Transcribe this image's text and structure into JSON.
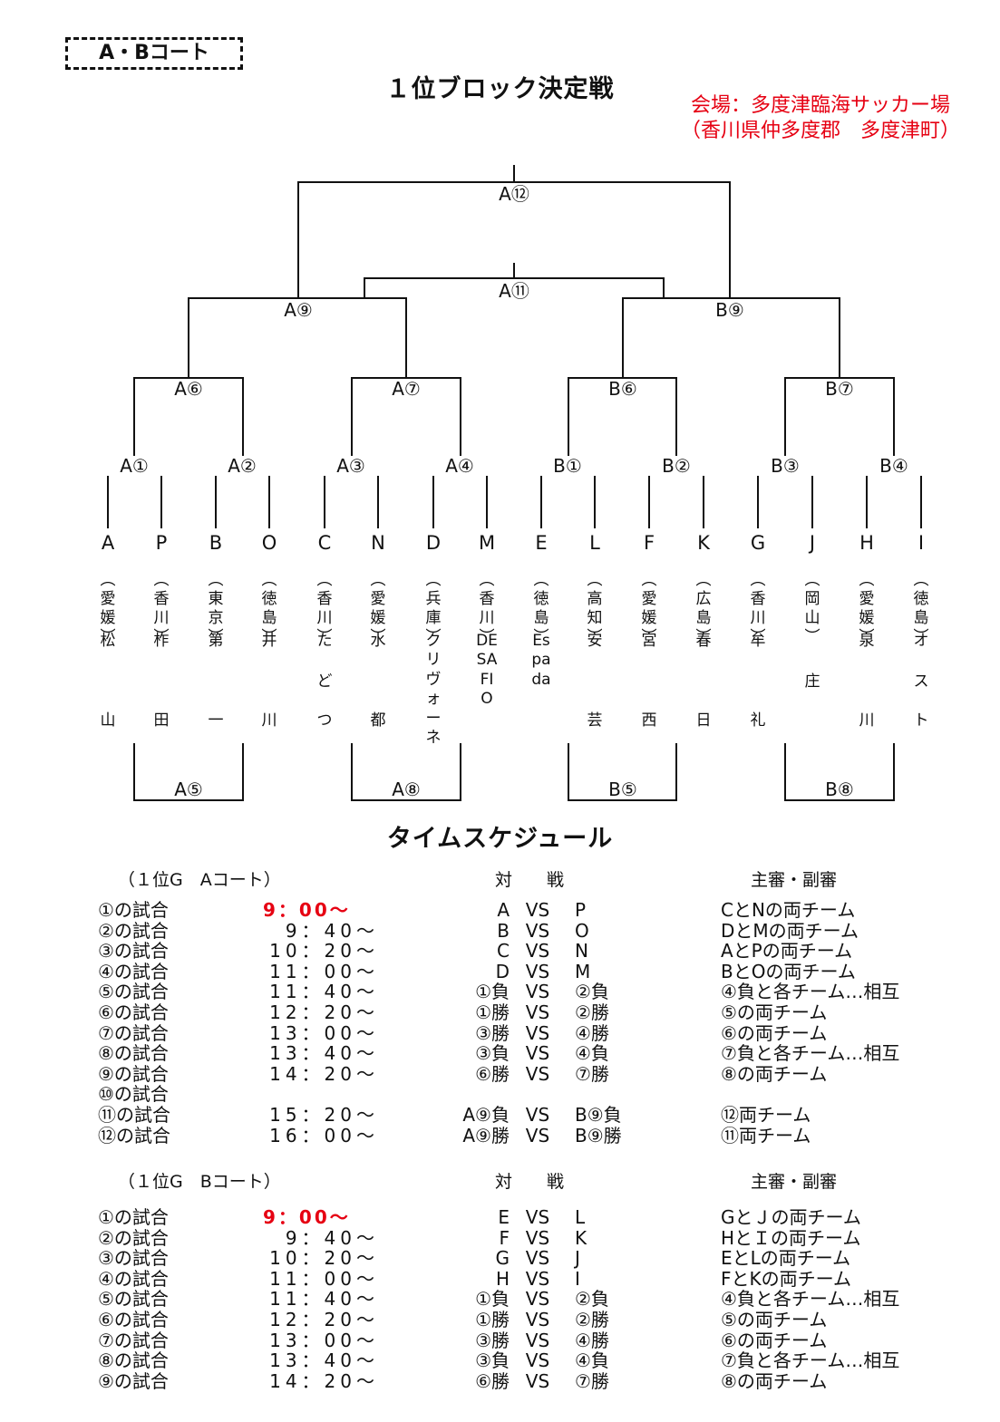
{
  "header": {
    "court_tag": "A・Bコート",
    "title": "１位ブロック決定戦",
    "venue_line1": "会場：多度津臨海サッカー場",
    "venue_line2": "（香川県仲多度郡　多度津町）"
  },
  "bracket": {
    "teams": [
      {
        "letter": "A",
        "pref": "愛媛",
        "top": "松",
        "bottom": "山"
      },
      {
        "letter": "P",
        "pref": "香川",
        "top": "柞",
        "bottom": "田"
      },
      {
        "letter": "B",
        "pref": "東京",
        "top": "第",
        "bottom": "一"
      },
      {
        "letter": "O",
        "pref": "徳島",
        "top": "井",
        "bottom": "川"
      },
      {
        "letter": "C",
        "pref": "香川",
        "top": "た",
        "mid": "ど",
        "bottom": "つ"
      },
      {
        "letter": "N",
        "pref": "愛媛",
        "top": "水",
        "bottom": "都"
      },
      {
        "letter": "D",
        "pref": "兵庫",
        "vertical": "クリヴォーネ"
      },
      {
        "letter": "M",
        "pref": "香川",
        "vertical": "DESAFIO"
      },
      {
        "letter": "E",
        "pref": "徳島",
        "vertical": "Espada"
      },
      {
        "letter": "L",
        "pref": "高知",
        "top": "安",
        "bottom": "芸"
      },
      {
        "letter": "F",
        "pref": "愛媛",
        "top": "宮",
        "bottom": "西"
      },
      {
        "letter": "K",
        "pref": "広島",
        "top": "春",
        "bottom": "日"
      },
      {
        "letter": "G",
        "pref": "香川",
        "top": "牟",
        "bottom": "礼"
      },
      {
        "letter": "J",
        "pref": "岡山",
        "mid": "庄"
      },
      {
        "letter": "H",
        "pref": "愛媛",
        "top": "泉",
        "bottom": "川"
      },
      {
        "letter": "I",
        "pref": "徳島",
        "top": "オ",
        "mid": "ス",
        "bottom": "ト"
      }
    ],
    "nodes": {
      "a1": "A①",
      "a2": "A②",
      "a3": "A③",
      "a4": "A④",
      "b1": "B①",
      "b2": "B②",
      "b3": "B③",
      "b4": "B④",
      "a6": "A⑥",
      "a7": "A⑦",
      "b6": "B⑥",
      "b7": "B⑦",
      "a9": "A⑨",
      "b9": "B⑨",
      "a11": "A⑪",
      "a12": "A⑫",
      "a5": "A⑤",
      "a8": "A⑧",
      "b5": "B⑤",
      "b8": "B⑧"
    }
  },
  "schedule": {
    "title": "タイムスケジュール",
    "a_court": {
      "heading": "（１位G　Aコート）",
      "match_header": "対　　戦",
      "ref_header": "主審・副審",
      "rows": [
        {
          "name": "①の試合",
          "time": "9：00～",
          "left": "A",
          "vs": "VS",
          "right": "P",
          "ref": "CとNの両チーム"
        },
        {
          "name": "②の試合",
          "time": "9：40～",
          "left": "B",
          "vs": "VS",
          "right": "O",
          "ref": "DとMの両チーム"
        },
        {
          "name": "③の試合",
          "time": "10：20～",
          "left": "C",
          "vs": "VS",
          "right": "N",
          "ref": "AとPの両チーム"
        },
        {
          "name": "④の試合",
          "time": "11：00～",
          "left": "D",
          "vs": "VS",
          "right": "M",
          "ref": "BとOの両チーム"
        },
        {
          "name": "⑤の試合",
          "time": "11：40～",
          "left": "①負",
          "vs": "VS",
          "right": "②負",
          "ref": "④負と各チーム…相互"
        },
        {
          "name": "⑥の試合",
          "time": "12：20～",
          "left": "①勝",
          "vs": "VS",
          "right": "②勝",
          "ref": "⑤の両チーム"
        },
        {
          "name": "⑦の試合",
          "time": "13：00～",
          "left": "③勝",
          "vs": "VS",
          "right": "④勝",
          "ref": "⑥の両チーム"
        },
        {
          "name": "⑧の試合",
          "time": "13：40～",
          "left": "③負",
          "vs": "VS",
          "right": "④負",
          "ref": "⑦負と各チーム…相互"
        },
        {
          "name": "⑨の試合",
          "time": "14：20～",
          "left": "⑥勝",
          "vs": "VS",
          "right": "⑦勝",
          "ref": "⑧の両チーム"
        },
        {
          "name": "⑩の試合",
          "time": "",
          "left": "",
          "vs": "",
          "right": "",
          "ref": ""
        },
        {
          "name": "⑪の試合",
          "time": "15：20～",
          "left": "A⑨負",
          "vs": "VS",
          "right": "B⑨負",
          "ref": "⑫両チーム"
        },
        {
          "name": "⑫の試合",
          "time": "16：00～",
          "left": "A⑨勝",
          "vs": "VS",
          "right": "B⑨勝",
          "ref": "⑪両チーム"
        }
      ]
    },
    "b_court": {
      "heading": "（１位G　Bコート）",
      "match_header": "対　　戦",
      "ref_header": "主審・副審",
      "rows": [
        {
          "name": "①の試合",
          "time": "9：00～",
          "left": "E",
          "vs": "VS",
          "right": "L",
          "ref": "GとＪの両チーム"
        },
        {
          "name": "②の試合",
          "time": "9：40～",
          "left": "F",
          "vs": "VS",
          "right": "K",
          "ref": "HとＩの両チーム"
        },
        {
          "name": "③の試合",
          "time": "10：20～",
          "left": "G",
          "vs": "VS",
          "right": "J",
          "ref": "EとLの両チーム"
        },
        {
          "name": "④の試合",
          "time": "11：00～",
          "left": "H",
          "vs": "VS",
          "right": "I",
          "ref": "FとKの両チーム"
        },
        {
          "name": "⑤の試合",
          "time": "11：40～",
          "left": "①負",
          "vs": "VS",
          "right": "②負",
          "ref": "④負と各チーム…相互"
        },
        {
          "name": "⑥の試合",
          "time": "12：20～",
          "left": "①勝",
          "vs": "VS",
          "right": "②勝",
          "ref": "⑤の両チーム"
        },
        {
          "name": "⑦の試合",
          "time": "13：00～",
          "left": "③勝",
          "vs": "VS",
          "right": "④勝",
          "ref": "⑥の両チーム"
        },
        {
          "name": "⑧の試合",
          "time": "13：40～",
          "left": "③負",
          "vs": "VS",
          "right": "④負",
          "ref": "⑦負と各チーム…相互"
        },
        {
          "name": "⑨の試合",
          "time": "14：20～",
          "left": "⑥勝",
          "vs": "VS",
          "right": "⑦勝",
          "ref": "⑧の両チーム"
        }
      ]
    },
    "colors": {
      "highlight": "#e60012",
      "text": "#111111"
    }
  }
}
